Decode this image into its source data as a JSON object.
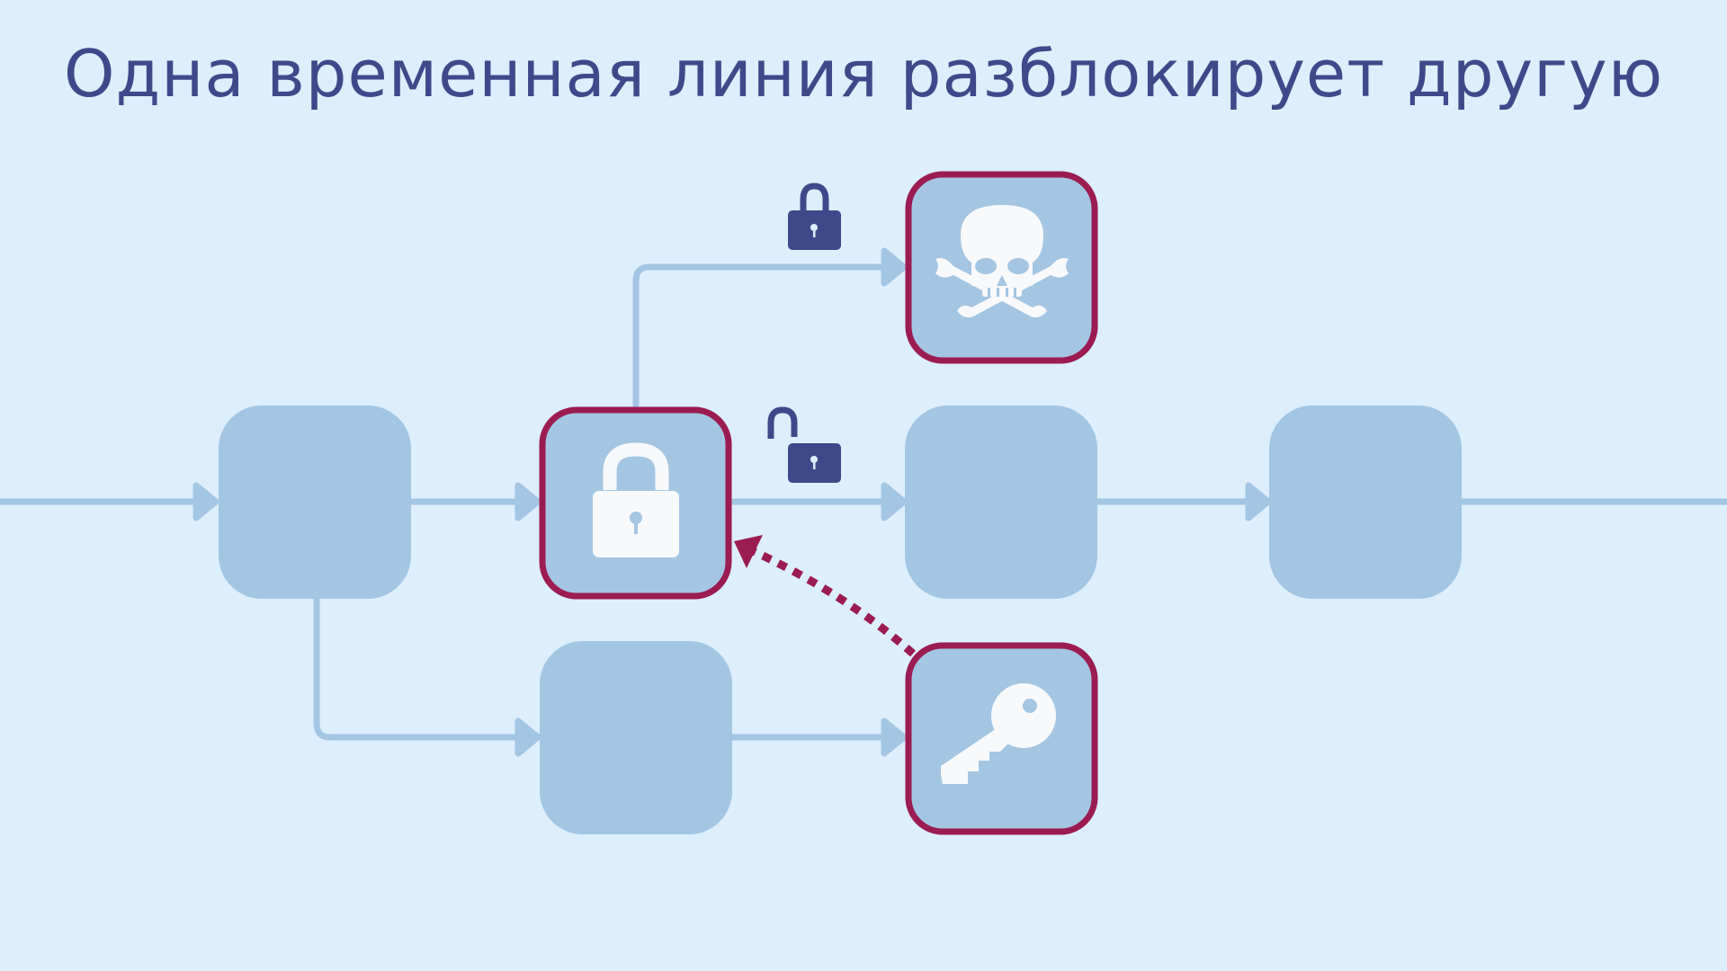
{
  "title": "Одна временная линия разблокирует другую",
  "colors": {
    "background": "#ddeefd",
    "node_fill": "#a4c6e3",
    "line": "#a4c6e3",
    "highlight_border": "#9b1c52",
    "padlock_badge": "#3d4a8a",
    "icon": "#f8f9fb",
    "title": "#3d4a8a"
  },
  "diagram": {
    "nodes": [
      {
        "id": "n1",
        "highlighted": false,
        "icon": null
      },
      {
        "id": "locked-node",
        "highlighted": true,
        "icon": "padlock-closed-icon"
      },
      {
        "id": "danger-node",
        "highlighted": true,
        "icon": "skull-crossbones-icon"
      },
      {
        "id": "n4",
        "highlighted": false,
        "icon": null
      },
      {
        "id": "n5",
        "highlighted": false,
        "icon": null
      },
      {
        "id": "n6",
        "highlighted": false,
        "icon": null
      },
      {
        "id": "key-node",
        "highlighted": true,
        "icon": "key-icon"
      }
    ],
    "edges": [
      {
        "from": "start",
        "to": "n1"
      },
      {
        "from": "n1",
        "to": "locked-node"
      },
      {
        "from": "locked-node",
        "to": "danger-node",
        "badge": "padlock-closed-icon"
      },
      {
        "from": "locked-node",
        "to": "n4",
        "badge": "padlock-open-icon"
      },
      {
        "from": "n4",
        "to": "n5"
      },
      {
        "from": "n5",
        "to": "end"
      },
      {
        "from": "n1",
        "to": "n6"
      },
      {
        "from": "n6",
        "to": "key-node"
      },
      {
        "from": "key-node",
        "to": "locked-node",
        "style": "dotted"
      }
    ]
  }
}
